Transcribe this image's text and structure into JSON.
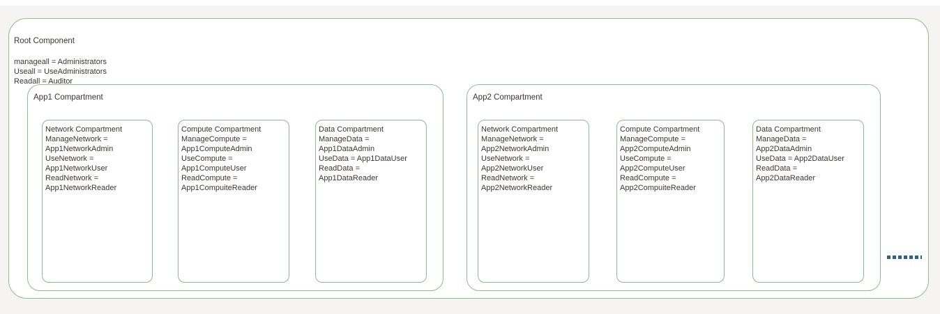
{
  "colors": {
    "border_green": "#8cbd8c",
    "page_bg": "#f5f4f2",
    "box_bg": "#ffffff",
    "text_color": "#3a3632",
    "ellipsis_blue": "#2d647d"
  },
  "root": {
    "title": "Root Component",
    "policies": [
      "manageall = Administrators",
      "Useall = UseAdministrators",
      "Readall = Auditor"
    ]
  },
  "app1": {
    "label": "App1 Compartment",
    "compartments": [
      {
        "title": "Network Compartment",
        "policies": [
          "ManageNetwork =",
          "App1NetworkAdmin",
          "UseNetwork =",
          "App1NetworkUser",
          "ReadNetwork =",
          "App1NetworkReader"
        ]
      },
      {
        "title": "Compute Compartment",
        "policies": [
          "ManageCompute =",
          "App1ComputeAdmin",
          "UseCompute =",
          "App1ComputeUser",
          "ReadCompute =",
          "App1CompuiteReader"
        ]
      },
      {
        "title": "Data Compartment",
        "policies": [
          "ManageData =",
          "App1DataAdmin",
          "UseData = App1DataUser",
          "ReadData =",
          "App1DataReader"
        ]
      }
    ]
  },
  "app2": {
    "label": "App2 Compartment",
    "compartments": [
      {
        "title": "Network Compartment",
        "policies": [
          "ManageNetwork =",
          "App2NetworkAdmin",
          "UseNetwork =",
          "App2NetworkUser",
          "ReadNetwork =",
          "App2NetworkReader"
        ]
      },
      {
        "title": "Compute Compartment",
        "policies": [
          "ManageCompute =",
          "App2ComputeAdmin",
          "UseCompute =",
          "App2ComputeUser",
          "ReadCompute =",
          "App2CompuiteReader"
        ]
      },
      {
        "title": "Data Compartment",
        "policies": [
          "ManageData =",
          "App2DataAdmin",
          "UseData = App2DataUser",
          "ReadData =",
          "App2DataReader"
        ]
      }
    ]
  },
  "more_indicator": {
    "name": "ellipsis-dots",
    "dot_count": 7
  }
}
